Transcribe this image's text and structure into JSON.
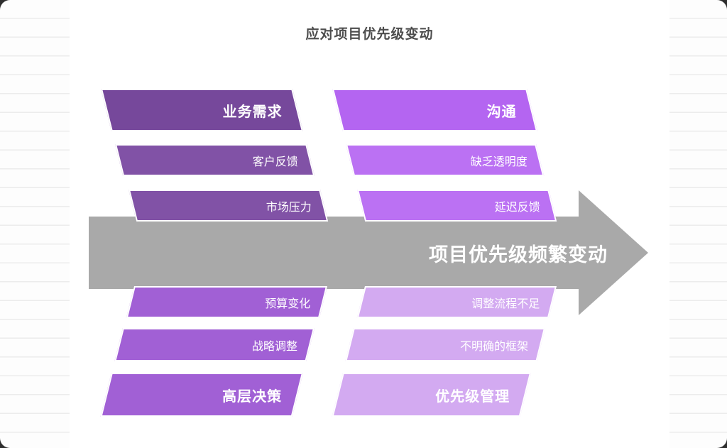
{
  "title": "应对项目优先级变动",
  "center_arrow": {
    "label": "项目优先级频繁变动",
    "color": "#a9a9a9",
    "text_color": "#ffffff"
  },
  "groups": [
    {
      "name": "top-left",
      "header": {
        "label": "业务需求",
        "color": "#76489b"
      },
      "items": [
        {
          "label": "客户反馈",
          "color": "#8152a6"
        },
        {
          "label": "市场压力",
          "color": "#8152a6"
        }
      ]
    },
    {
      "name": "top-right",
      "header": {
        "label": "沟通",
        "color": "#b465f1"
      },
      "items": [
        {
          "label": "缺乏透明度",
          "color": "#bb71f3"
        },
        {
          "label": "延迟反馈",
          "color": "#bb71f3"
        }
      ]
    },
    {
      "name": "bottom-left",
      "header": {
        "label": "高层决策",
        "color": "#a160d5"
      },
      "items": [
        {
          "label": "预算变化",
          "color": "#a160d5"
        },
        {
          "label": "战略调整",
          "color": "#a160d5"
        }
      ]
    },
    {
      "name": "bottom-right",
      "header": {
        "label": "优先级管理",
        "color": "#d3aaf1"
      },
      "items": [
        {
          "label": "调整流程不足",
          "color": "#d3aaf1"
        },
        {
          "label": "不明确的框架",
          "color": "#d3aaf1"
        }
      ]
    }
  ]
}
